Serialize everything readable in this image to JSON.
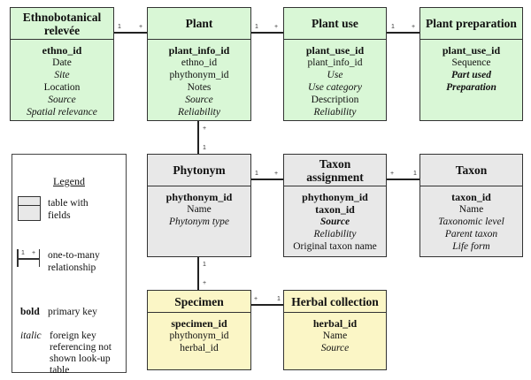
{
  "tables": {
    "ethno": {
      "title": "Ethnobotanical relevée",
      "fields": [
        {
          "text": "ethno_id",
          "style": "bold"
        },
        {
          "text": "Date",
          "style": "normal"
        },
        {
          "text": "Site",
          "style": "italic"
        },
        {
          "text": "Location",
          "style": "normal"
        },
        {
          "text": "Source",
          "style": "italic"
        },
        {
          "text": "Spatial relevance",
          "style": "italic"
        }
      ]
    },
    "plant": {
      "title": "Plant",
      "fields": [
        {
          "text": "plant_info_id",
          "style": "bold"
        },
        {
          "text": "ethno_id",
          "style": "normal"
        },
        {
          "text": "phythonym_id",
          "style": "normal"
        },
        {
          "text": "Notes",
          "style": "normal"
        },
        {
          "text": "Source",
          "style": "italic"
        },
        {
          "text": "Reliability",
          "style": "italic"
        }
      ]
    },
    "plant_use": {
      "title": "Plant use",
      "fields": [
        {
          "text": "plant_use_id",
          "style": "bold"
        },
        {
          "text": "plant_info_id",
          "style": "normal"
        },
        {
          "text": "Use",
          "style": "italic"
        },
        {
          "text": "Use category",
          "style": "italic"
        },
        {
          "text": "Description",
          "style": "normal"
        },
        {
          "text": "Reliability",
          "style": "italic"
        }
      ]
    },
    "plant_prep": {
      "title": "Plant preparation",
      "fields": [
        {
          "text": "plant_use_id",
          "style": "bold"
        },
        {
          "text": "Sequence",
          "style": "normal"
        },
        {
          "text": "Part used",
          "style": "bold-italic"
        },
        {
          "text": "Preparation",
          "style": "bold-italic"
        }
      ]
    },
    "phytonym": {
      "title": "Phytonym",
      "fields": [
        {
          "text": "phythonym_id",
          "style": "bold"
        },
        {
          "text": "Name",
          "style": "normal"
        },
        {
          "text": "Phytonym type",
          "style": "italic"
        }
      ]
    },
    "taxon_assign": {
      "title": "Taxon assignment",
      "fields": [
        {
          "text": "phythonym_id",
          "style": "bold"
        },
        {
          "text": "taxon_id",
          "style": "bold"
        },
        {
          "text": "Source",
          "style": "bold-italic"
        },
        {
          "text": "Reliability",
          "style": "italic"
        },
        {
          "text": "Original taxon name",
          "style": "normal"
        }
      ]
    },
    "taxon": {
      "title": "Taxon",
      "fields": [
        {
          "text": "taxon_id",
          "style": "bold"
        },
        {
          "text": "Name",
          "style": "normal"
        },
        {
          "text": "Taxonomic level",
          "style": "italic"
        },
        {
          "text": "Parent taxon",
          "style": "italic"
        },
        {
          "text": "Life form",
          "style": "italic"
        }
      ]
    },
    "specimen": {
      "title": "Specimen",
      "fields": [
        {
          "text": "specimen_id",
          "style": "bold"
        },
        {
          "text": "phythonym_id",
          "style": "normal"
        },
        {
          "text": "herbal_id",
          "style": "normal"
        }
      ]
    },
    "herbal": {
      "title": "Herbal collection",
      "fields": [
        {
          "text": "herbal_id",
          "style": "bold"
        },
        {
          "text": "Name",
          "style": "normal"
        },
        {
          "text": "Source",
          "style": "italic"
        }
      ]
    }
  },
  "relationships": {
    "one": "1",
    "many": "+"
  },
  "legend": {
    "title": "Legend",
    "table_desc": "table with fields",
    "rel_desc": "one-to-many relationship",
    "bold_key": "bold",
    "bold_desc": "primary key",
    "italic_key": "italic",
    "italic_desc": "foreign key referencing not shown look-up table"
  },
  "colors": {
    "green": "#d9f7d6",
    "gray": "#e8e8e8",
    "yellow": "#fbf6c6",
    "border": "#333333"
  }
}
